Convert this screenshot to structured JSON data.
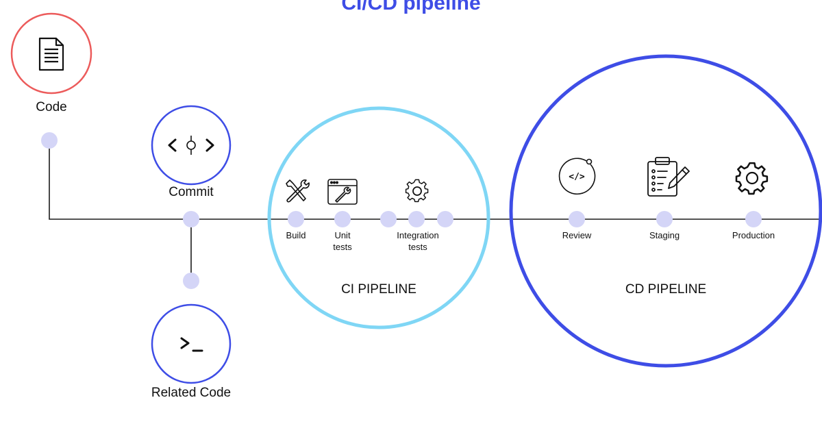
{
  "title": "CI/CD pipeline",
  "colors": {
    "accent_blue": "#3e4de6",
    "code_red": "#ec5b5b",
    "ci_cyan": "#7fd6f5",
    "node_lavender": "#d4d5f7",
    "line": "#1a1a1a"
  },
  "nodes": {
    "code": {
      "label": "Code",
      "icon": "document-icon"
    },
    "commit": {
      "label": "Commit",
      "icon": "commit-icon",
      "icon_text": "< ◊ >"
    },
    "related": {
      "label": "Related Code",
      "icon": "terminal-icon",
      "icon_text": ">_"
    }
  },
  "ci": {
    "title": "CI PIPELINE",
    "steps": [
      {
        "label_1": "Build",
        "label_2": "",
        "icon": "tools-icon"
      },
      {
        "label_1": "Unit",
        "label_2": "tests",
        "icon": "browser-wrench-icon"
      },
      {
        "label_1": "Integration",
        "label_2": "tests",
        "icon": "gear-icon"
      }
    ]
  },
  "cd": {
    "title": "CD PIPELINE",
    "steps": [
      {
        "label": "Review",
        "icon": "code-review-icon",
        "icon_text": "</>"
      },
      {
        "label": "Staging",
        "icon": "clipboard-pencil-icon"
      },
      {
        "label": "Production",
        "icon": "gear-icon"
      }
    ]
  }
}
